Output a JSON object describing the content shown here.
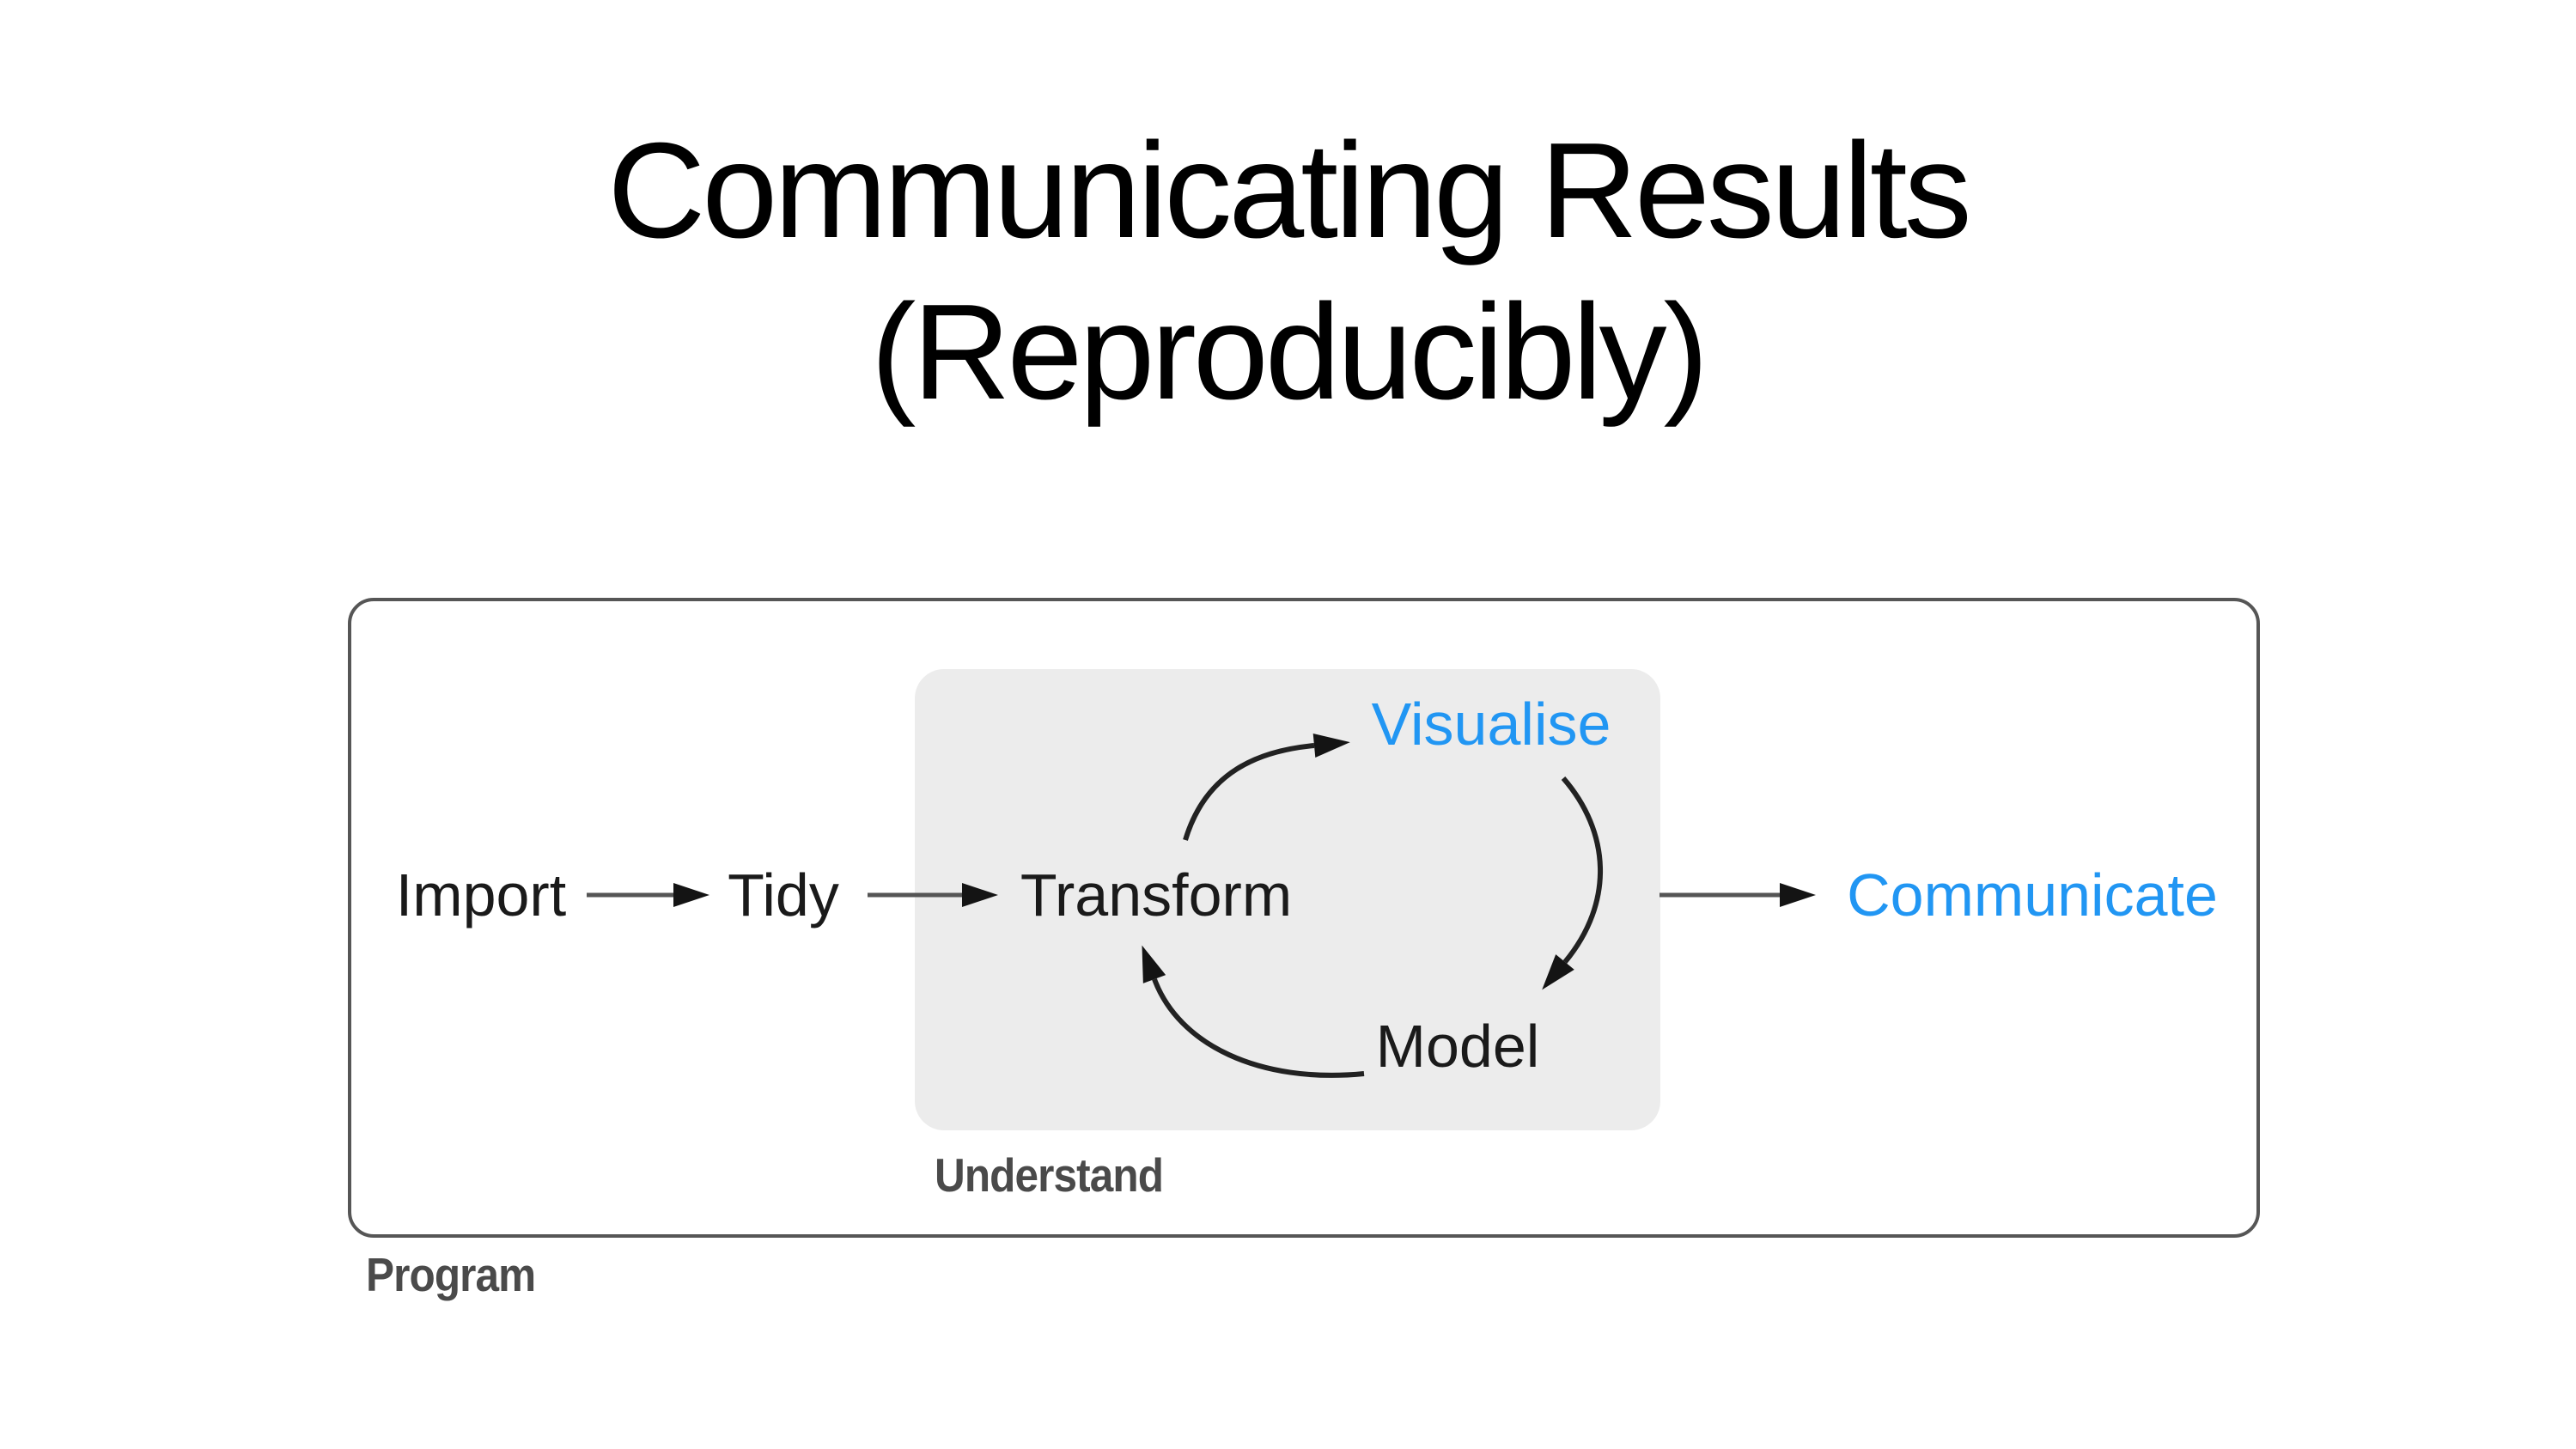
{
  "slide": {
    "title_line1": "Communicating Results",
    "title_line2": "(Reproducibly)"
  },
  "diagram": {
    "outer_group_label": "Program",
    "inner_group_label": "Understand",
    "nodes": {
      "import": "Import",
      "tidy": "Tidy",
      "transform": "Transform",
      "visualise": "Visualise",
      "model": "Model",
      "communicate": "Communicate"
    },
    "edges": [
      {
        "from": "Import",
        "to": "Tidy",
        "style": "straight"
      },
      {
        "from": "Tidy",
        "to": "Transform",
        "style": "straight"
      },
      {
        "from": "Transform",
        "to": "Visualise",
        "style": "curved"
      },
      {
        "from": "Visualise",
        "to": "Model",
        "style": "curved"
      },
      {
        "from": "Model",
        "to": "Transform",
        "style": "curved"
      },
      {
        "from": "Understand group",
        "to": "Communicate",
        "style": "straight"
      }
    ]
  },
  "colors": {
    "title_text": "#000000",
    "node_text": "#1a1a1a",
    "accent_blue": "#2196F3",
    "inner_box_bg": "#ECECEC",
    "outer_border": "#565656",
    "section_label": "#4a4a4a",
    "arrow_shaft": "#555555",
    "arrow_curve": "#222222",
    "arrow_head": "#141414"
  }
}
